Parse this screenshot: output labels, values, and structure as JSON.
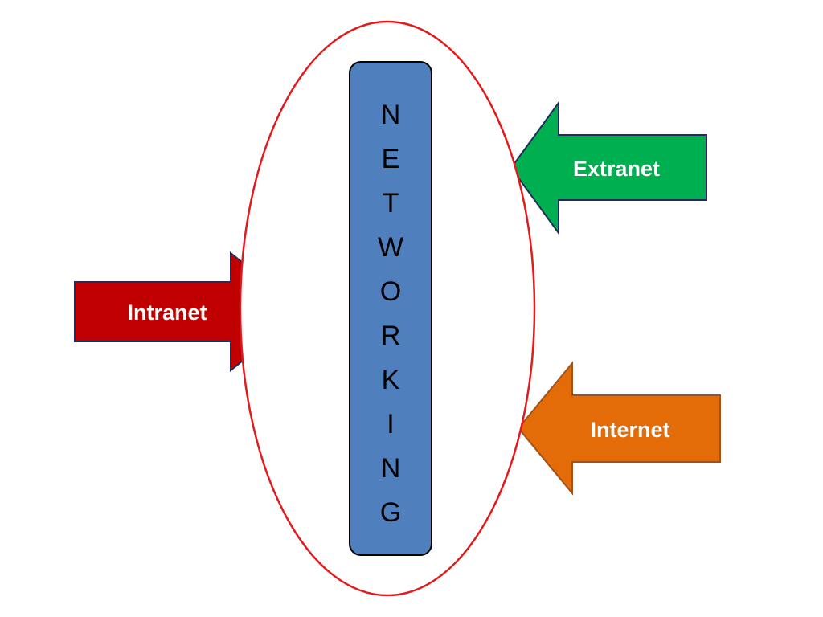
{
  "diagram": {
    "center": {
      "letters": [
        "N",
        "E",
        "T",
        "W",
        "O",
        "R",
        "K",
        "I",
        "N",
        "G"
      ],
      "fill": "#4f7fbc",
      "border": "#000000",
      "ring_color": "#e31a1c"
    },
    "arrows": [
      {
        "label": "Intranet",
        "direction": "right",
        "fill": "#c00000",
        "stroke": "#1f2d5a"
      },
      {
        "label": "Extranet",
        "direction": "left",
        "fill": "#00b050",
        "stroke": "#1f2d5a"
      },
      {
        "label": "Internet",
        "direction": "left",
        "fill": "#e36c09",
        "stroke": "#a0521c"
      }
    ]
  }
}
